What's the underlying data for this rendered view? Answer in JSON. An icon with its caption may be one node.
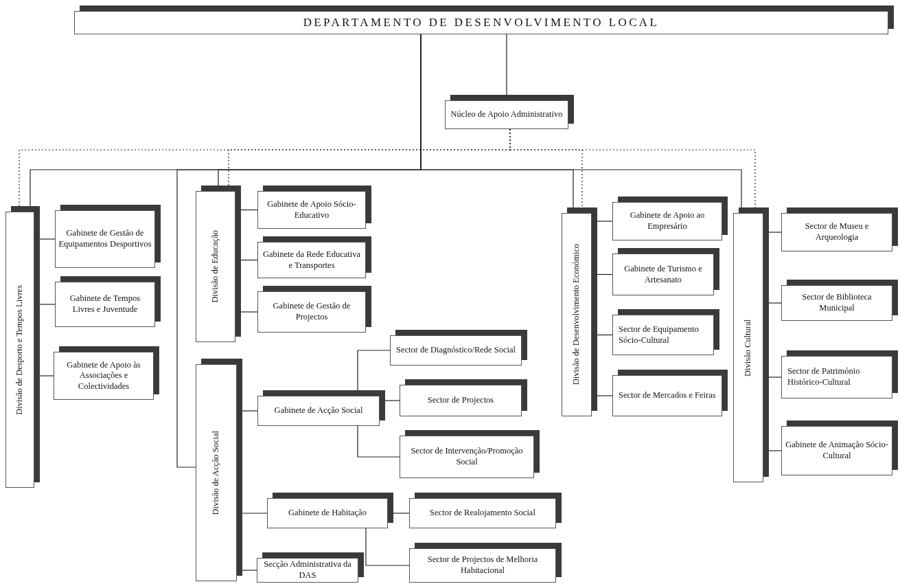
{
  "diagram": {
    "nodes": [
      {
        "text": [
          "DEPARTAMENTO DE DESENVOLVIMENTO LOCAL"
        ]
      },
      {
        "text": [
          "Núcleo de Apoio Administrativo"
        ]
      },
      {
        "text": [
          "Divisão de Desporto e Tempos Livres"
        ]
      },
      {
        "text": [
          "Gabinete de Gestão de Equipamentos Desportivos"
        ]
      },
      {
        "text": [
          "Gabinete de Tempos Livres e Juventude"
        ]
      },
      {
        "text": [
          "Gabinete de Apoio às Associações e Colectividades"
        ]
      },
      {
        "text": [
          "Divisão de Educação"
        ]
      },
      {
        "text": [
          "Gabinete de Apoio Sócio-Educativo"
        ]
      },
      {
        "text": [
          "Gabinete da Rede Educativa e Transportes"
        ]
      },
      {
        "text": [
          "Gabinete de Gestão de Projectos"
        ]
      },
      {
        "text": [
          "Divisão de Acção Social"
        ]
      },
      {
        "text": [
          "Gabinete de Acção Social"
        ]
      },
      {
        "text": [
          "Sector de Diagnóstico/Rede Social"
        ]
      },
      {
        "text": [
          "Sector de Projectos"
        ]
      },
      {
        "text": [
          "Sector de Intervenção/Promoção Social"
        ]
      },
      {
        "text": [
          "Gabinete de Habitação"
        ]
      },
      {
        "text": [
          "Sector de Realojamento Social"
        ]
      },
      {
        "text": [
          "Secção Administrativa da DAS"
        ]
      },
      {
        "text": [
          "Sector de Projectos de Melhoria Habitacional"
        ]
      },
      {
        "text": [
          "Divisão de Desenvolvimento Económico"
        ]
      },
      {
        "text": [
          "Gabinete de Apoio ao Empresário"
        ]
      },
      {
        "text": [
          "Gabinete de Turismo e Artesanato"
        ]
      },
      {
        "text": [
          "Sector de Equipamento Sócio-Cultural"
        ]
      },
      {
        "text": [
          "Sector de Mercados e Feiras"
        ]
      },
      {
        "text": [
          "Divisão Cultural"
        ]
      },
      {
        "text": [
          "Sector de Museu e Arqueologia"
        ]
      },
      {
        "text": [
          "Sector de Biblioteca Municipal"
        ]
      },
      {
        "text": [
          "Sector de Património Histórico-Cultural"
        ]
      },
      {
        "text": [
          "Gabinete de Animação Sócio-Cultural"
        ]
      }
    ],
    "edges": [
      {
        "from": 0,
        "to": 1,
        "arrow": "none"
      },
      {
        "from": 0,
        "to": 2,
        "arrow": "none"
      },
      {
        "from": 0,
        "to": 6,
        "arrow": "none"
      },
      {
        "from": 0,
        "to": 10,
        "arrow": "none"
      },
      {
        "from": 0,
        "to": 19,
        "arrow": "none"
      },
      {
        "from": 0,
        "to": 24,
        "arrow": "none"
      },
      {
        "from": 1,
        "to": 2,
        "arrow": "none",
        "style": "dashed"
      },
      {
        "from": 1,
        "to": 6,
        "arrow": "none",
        "style": "dashed"
      },
      {
        "from": 1,
        "to": 19,
        "arrow": "none",
        "style": "dashed"
      },
      {
        "from": 1,
        "to": 24,
        "arrow": "none",
        "style": "dashed"
      },
      {
        "from": 2,
        "to": 3,
        "arrow": "none"
      },
      {
        "from": 2,
        "to": 4,
        "arrow": "none"
      },
      {
        "from": 2,
        "to": 5,
        "arrow": "none"
      },
      {
        "from": 6,
        "to": 7,
        "arrow": "none"
      },
      {
        "from": 6,
        "to": 8,
        "arrow": "none"
      },
      {
        "from": 6,
        "to": 9,
        "arrow": "none"
      },
      {
        "from": 10,
        "to": 11,
        "arrow": "none"
      },
      {
        "from": 10,
        "to": 15,
        "arrow": "none"
      },
      {
        "from": 10,
        "to": 17,
        "arrow": "none"
      },
      {
        "from": 11,
        "to": 12,
        "arrow": "none"
      },
      {
        "from": 11,
        "to": 13,
        "arrow": "none"
      },
      {
        "from": 11,
        "to": 14,
        "arrow": "none"
      },
      {
        "from": 15,
        "to": 16,
        "arrow": "none"
      },
      {
        "from": 15,
        "to": 18,
        "arrow": "none"
      },
      {
        "from": 19,
        "to": 20,
        "arrow": "none"
      },
      {
        "from": 19,
        "to": 21,
        "arrow": "none"
      },
      {
        "from": 19,
        "to": 22,
        "arrow": "none"
      },
      {
        "from": 19,
        "to": 23,
        "arrow": "none"
      },
      {
        "from": 24,
        "to": 25,
        "arrow": "none"
      },
      {
        "from": 24,
        "to": 26,
        "arrow": "none"
      },
      {
        "from": 24,
        "to": 27,
        "arrow": "none"
      },
      {
        "from": 24,
        "to": 28,
        "arrow": "none"
      }
    ]
  }
}
